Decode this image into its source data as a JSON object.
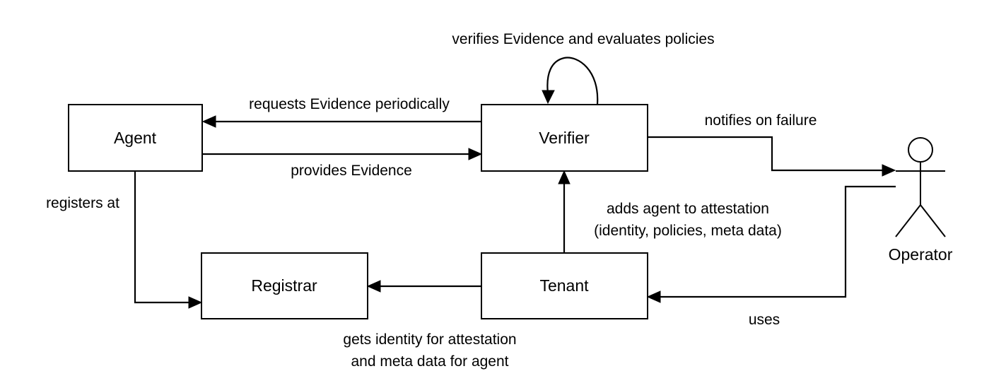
{
  "diagram": {
    "nodes": {
      "agent": "Agent",
      "verifier": "Verifier",
      "registrar": "Registrar",
      "tenant": "Tenant",
      "operator": "Operator"
    },
    "edges": {
      "verifier_self": "verifies Evidence and evaluates policies",
      "verifier_to_agent": "requests Evidence periodically",
      "agent_to_verifier": "provides Evidence",
      "verifier_to_operator": "notifies on failure",
      "agent_to_registrar": "registers at",
      "tenant_to_verifier": [
        "adds agent to attestation",
        "(identity, policies, meta data)"
      ],
      "tenant_to_registrar": [
        "gets  identity for attestation",
        "and meta data for agent"
      ],
      "operator_to_tenant": "uses"
    }
  }
}
